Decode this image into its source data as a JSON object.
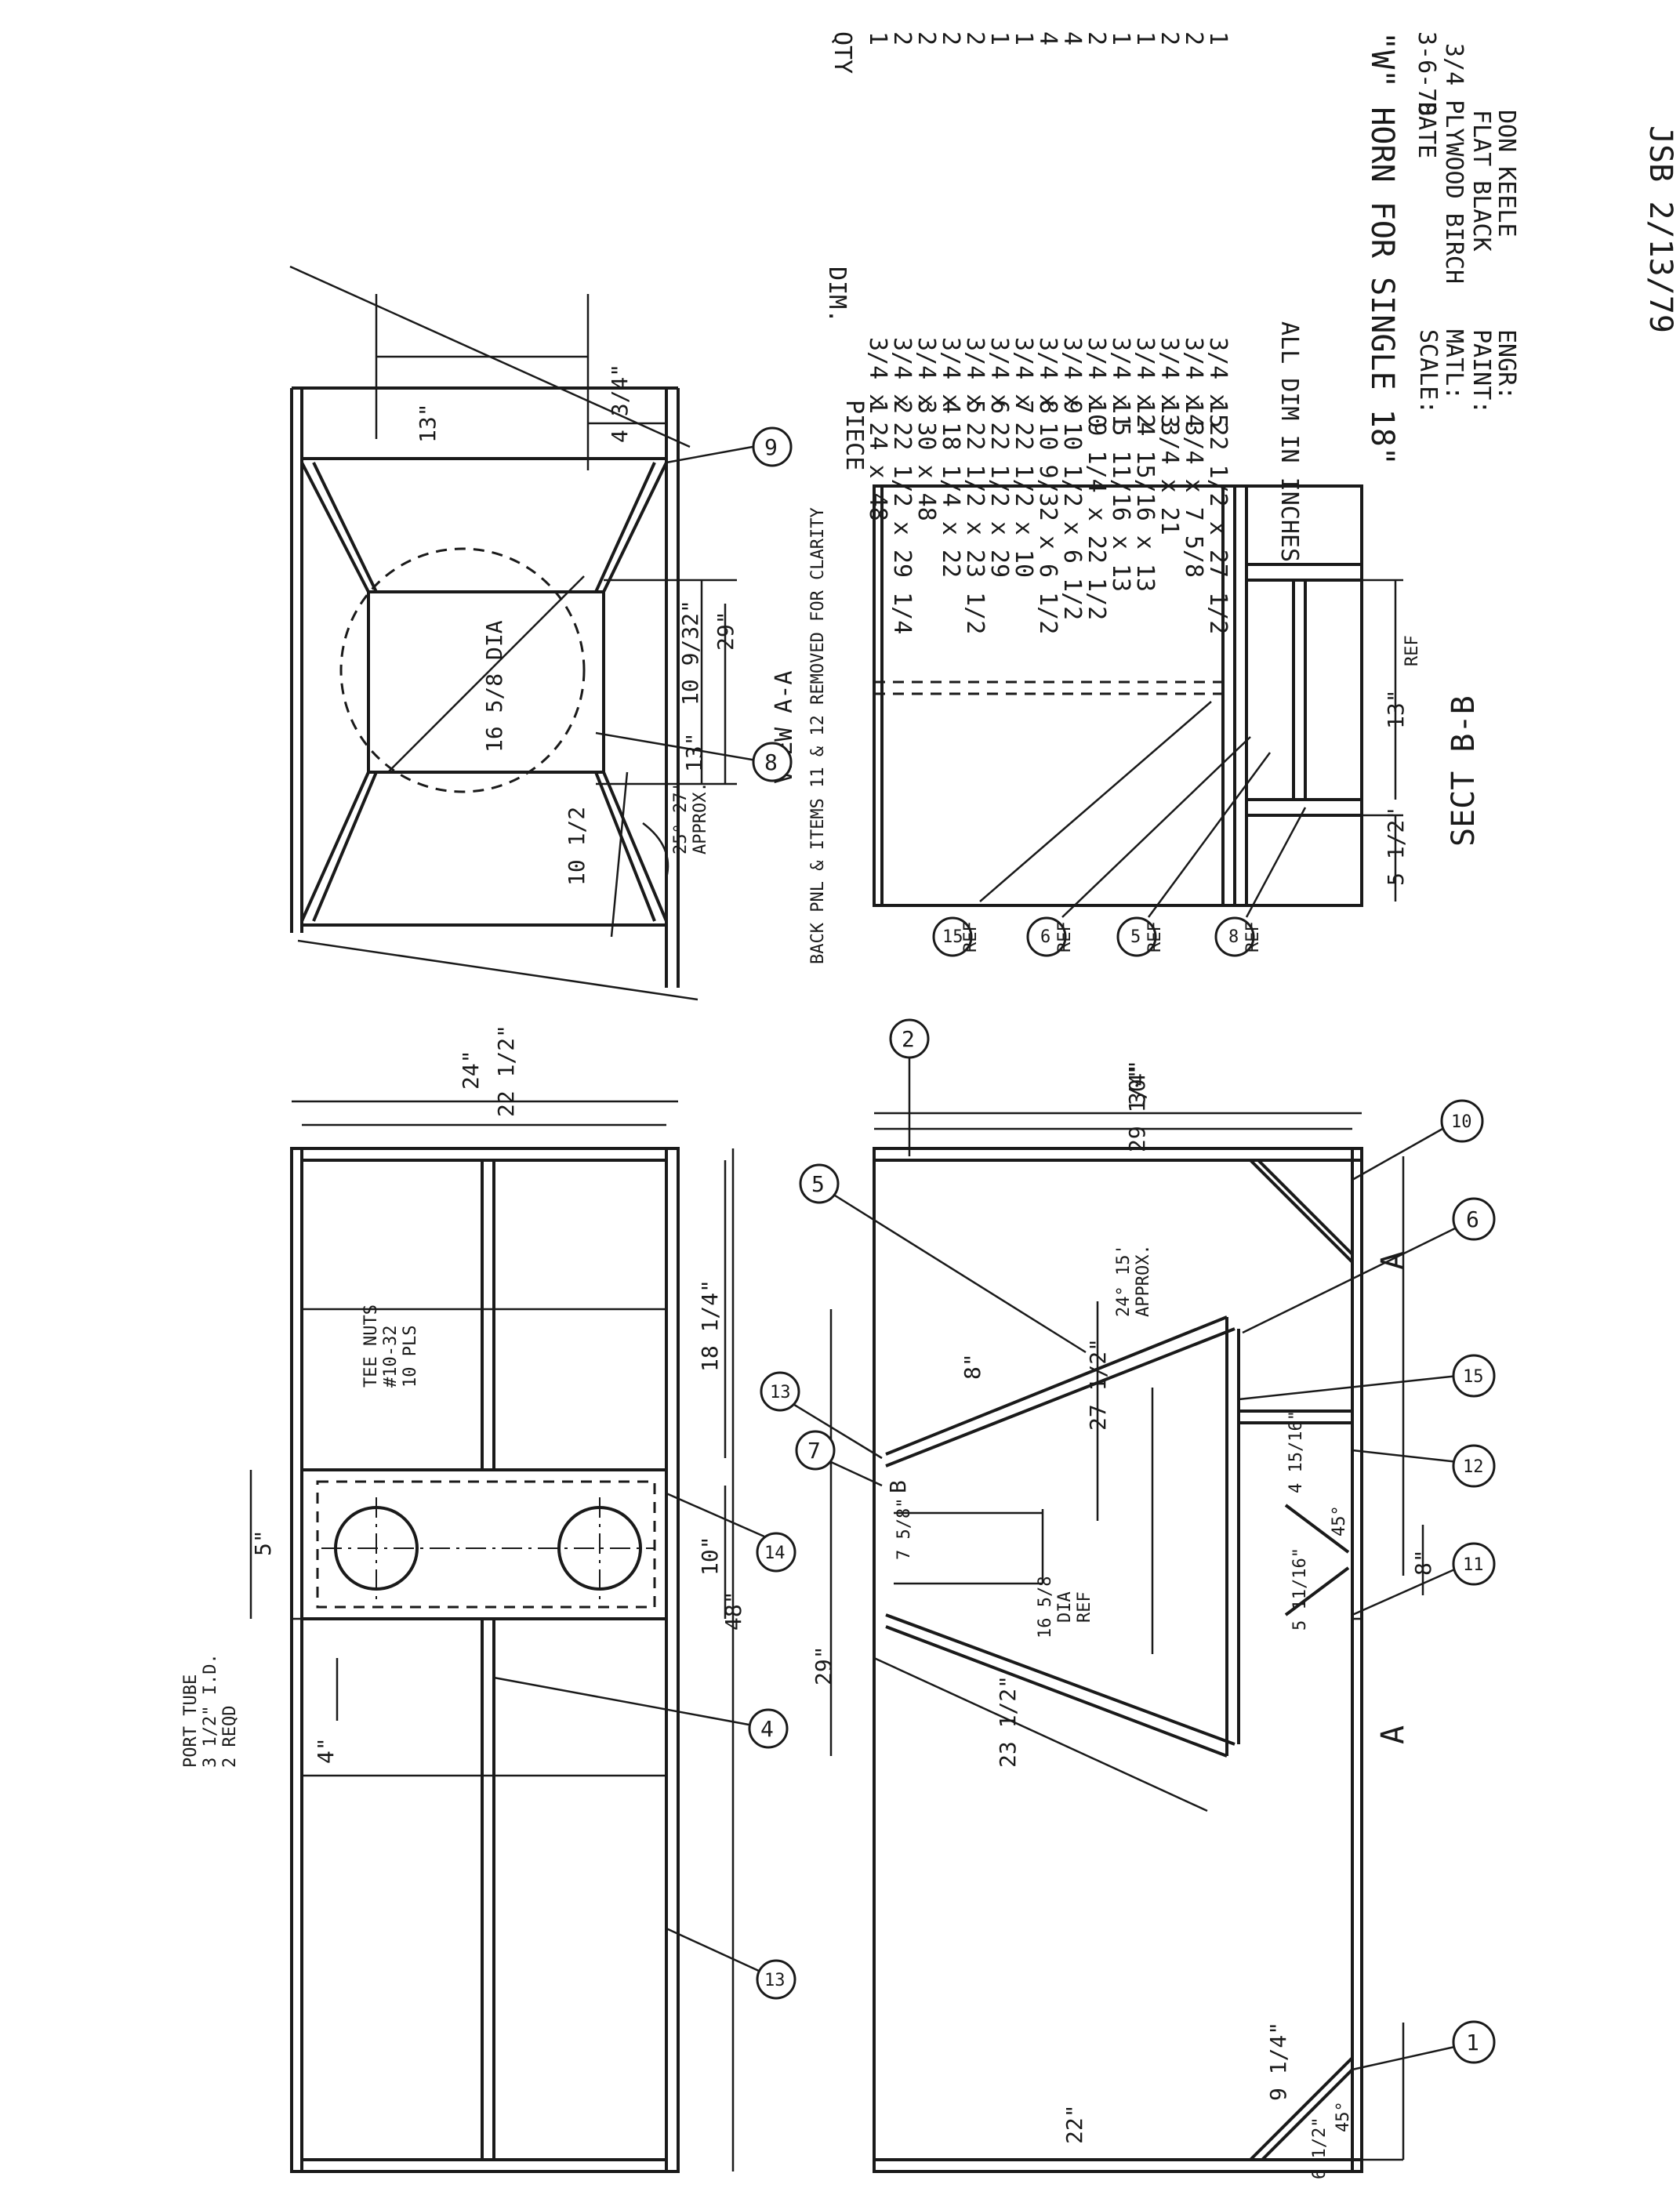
{
  "signature": "JSB 2/13/79",
  "title_block": {
    "title": "\"W\" HORN FOR SINGLE 18\"",
    "all_dim": "ALL DIM IN INCHES",
    "scale_label": "SCALE:",
    "date_label": "DATE",
    "date_value": "3-6-78",
    "matl_label": "MATL:",
    "matl_value": "3/4 PLYWOOD BIRCH",
    "paint_label": "PAINT:",
    "paint_value": "FLAT BLACK",
    "engr_label": "ENGR:",
    "engr_value": "DON KEELE"
  },
  "parts_table": {
    "headers": {
      "piece": "PIECE",
      "dim": "DIM.",
      "qty": "QTY"
    },
    "rows": [
      {
        "piece": "1",
        "dim": "3/4 x 24 x 48",
        "qty": "1"
      },
      {
        "piece": "2",
        "dim": "3/4 x 22 1/2 x 29 1/4",
        "qty": "2"
      },
      {
        "piece": "3",
        "dim": "3/4 x 30 x 48",
        "qty": "2"
      },
      {
        "piece": "4",
        "dim": "3/4 x 18 1/4 x 22",
        "qty": "2"
      },
      {
        "piece": "5",
        "dim": "3/4 x 22 1/2 x 23 1/2",
        "qty": "2"
      },
      {
        "piece": "6",
        "dim": "3/4 x 22 1/2 x 29",
        "qty": "1"
      },
      {
        "piece": "7",
        "dim": "3/4 x 22 1/2 x 10",
        "qty": "1"
      },
      {
        "piece": "8",
        "dim": "3/4 x 10 9/32 x 6 1/2",
        "qty": "4"
      },
      {
        "piece": "9",
        "dim": "3/4 x 10 1/2 x 6 1/2",
        "qty": "4"
      },
      {
        "piece": "10",
        "dim": "3/4 x 9 1/4 x 22 1/2",
        "qty": "2"
      },
      {
        "piece": "11",
        "dim": "3/4 x 5 11/16 x 13",
        "qty": "1"
      },
      {
        "piece": "12",
        "dim": "3/4 x 4 15/16 x 13",
        "qty": "1"
      },
      {
        "piece": "13",
        "dim": "3/4 x 3/4 x 21",
        "qty": "2"
      },
      {
        "piece": "14",
        "dim": "3/4 x 3/4 x 7 5/8",
        "qty": "2"
      },
      {
        "piece": "15",
        "dim": "3/4 x 22 1/2 x 27 1/2",
        "qty": "1"
      }
    ]
  },
  "view_aa": {
    "label": "VIEW A-A",
    "note": "BACK PNL & ITEMS 11 & 12 REMOVED FOR CLARITY",
    "dims": {
      "width": "13\"",
      "side": "4 3/4\"",
      "dia": "16 5/8 DIA",
      "d1": "10 9/32\"",
      "d2": "13\"",
      "d3": "29\"",
      "d4": "10 1/2",
      "angle": "25° 27'",
      "approx": "APPROX."
    },
    "bubbles": [
      "9",
      "8"
    ]
  },
  "sect_bb": {
    "label": "SECT B-B",
    "dims": {
      "d1": "13\"",
      "ref": "REF",
      "d2": "5 1/2\""
    },
    "bubbles": [
      "15",
      "6",
      "5",
      "8"
    ],
    "ref": "REF"
  },
  "top_view": {
    "dims": {
      "w1": "24\"",
      "w2": "22 1/2\"",
      "l1": "18 1/4\"",
      "l2": "5\"",
      "l3": "10\"",
      "l4": "48\"",
      "l5": "4\""
    },
    "tee_nuts": [
      "TEE NUTS",
      "#10-32",
      "10 PLS"
    ],
    "port_tube": [
      "PORT TUBE",
      "3 1/2\" I.D.",
      "2 REQD"
    ],
    "bubbles": [
      "4",
      "14",
      "13"
    ]
  },
  "front_section": {
    "dims": {
      "d30": "30\"",
      "d29_1_4": "29 1/4\"",
      "angle": "24° 15'",
      "approx": "APPROX.",
      "d8a": "8\"",
      "d27_1_2": "27 1/2\"",
      "d7_5_8": "7 5/8\"",
      "d29": "29\"",
      "d23_1_2": "23 1/2\"",
      "dia": "16 5/8",
      "dia_lbl": "DIA",
      "ref": "REF",
      "d15": "4 15/16\"",
      "d45a": "45°",
      "d8b": "8\"",
      "d5": "5 11/16\"",
      "d9_1_4": "9 1/4\"",
      "d45b": "45°",
      "d22": "22\"",
      "d6_1_2": "6 1/2\"",
      "b": "B",
      "a": "A"
    },
    "bubbles": [
      "2",
      "5",
      "13",
      "7",
      "10",
      "6",
      "15",
      "12",
      "11",
      "1"
    ]
  }
}
